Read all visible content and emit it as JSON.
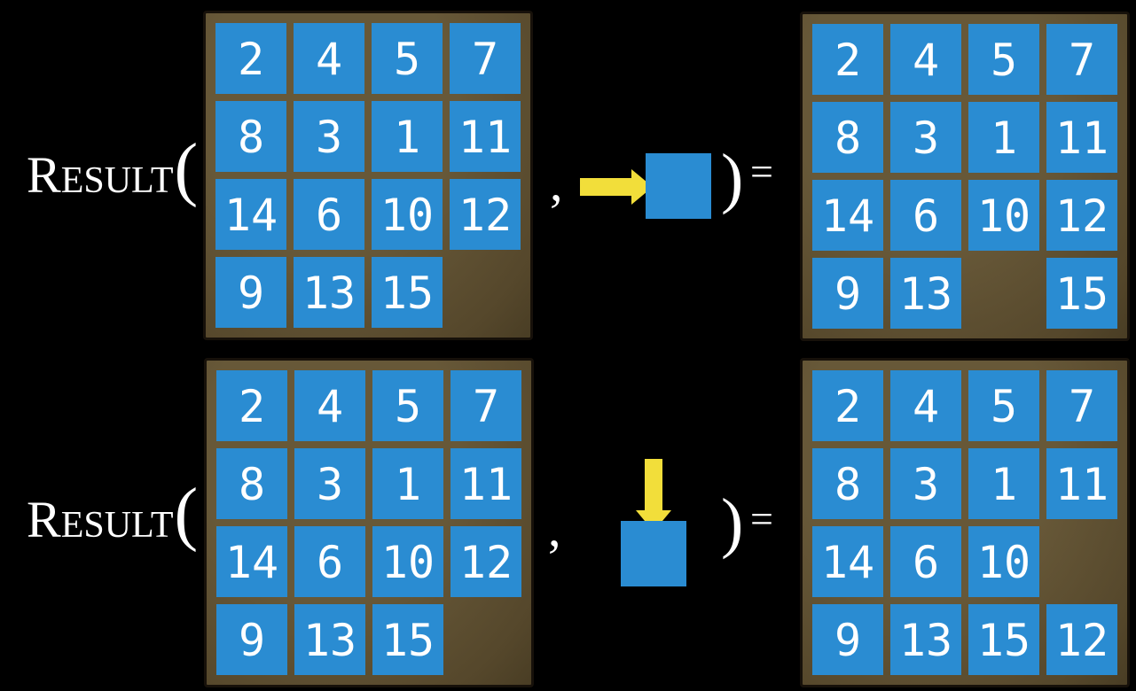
{
  "colors": {
    "background": "#000000",
    "tile_blue": "#2A8CD2",
    "board_brown": "#675838",
    "board_brown_dark": "#55472B",
    "board_brown_darker": "#493D24",
    "board_border": "#17110A",
    "arrow_yellow": "#F2DE3A",
    "text_white": "#FFFFFF"
  },
  "function_label": {
    "initial": "R",
    "rest": "ESULT",
    "open_paren": "("
  },
  "operators": {
    "comma": ",",
    "close_paren": ")",
    "equals": "="
  },
  "examples": [
    {
      "name": "slide-tile-right",
      "action_direction": "right",
      "state": [
        [
          "2",
          "4",
          "5",
          "7"
        ],
        [
          "8",
          "3",
          "1",
          "11"
        ],
        [
          "14",
          "6",
          "10",
          "12"
        ],
        [
          "9",
          "13",
          "15",
          ""
        ]
      ],
      "result": [
        [
          "2",
          "4",
          "5",
          "7"
        ],
        [
          "8",
          "3",
          "1",
          "11"
        ],
        [
          "14",
          "6",
          "10",
          "12"
        ],
        [
          "9",
          "13",
          "",
          "15"
        ]
      ]
    },
    {
      "name": "slide-tile-down",
      "action_direction": "down",
      "state": [
        [
          "2",
          "4",
          "5",
          "7"
        ],
        [
          "8",
          "3",
          "1",
          "11"
        ],
        [
          "14",
          "6",
          "10",
          "12"
        ],
        [
          "9",
          "13",
          "15",
          ""
        ]
      ],
      "result": [
        [
          "2",
          "4",
          "5",
          "7"
        ],
        [
          "8",
          "3",
          "1",
          "11"
        ],
        [
          "14",
          "6",
          "10",
          ""
        ],
        [
          "9",
          "13",
          "15",
          "12"
        ]
      ]
    }
  ]
}
